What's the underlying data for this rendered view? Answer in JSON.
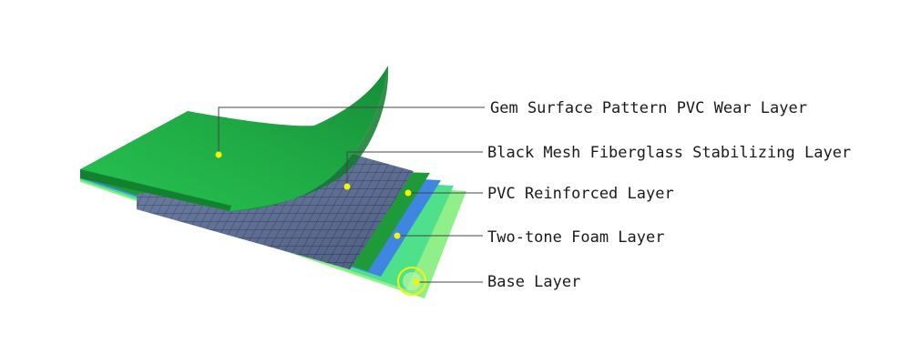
{
  "layers": [
    {
      "label": "Gem Surface Pattern PVC Wear Layer"
    },
    {
      "label": "Black Mesh Fiberglass Stabilizing Layer"
    },
    {
      "label": "PVC Reinforced Layer"
    },
    {
      "label": "Two-tone Foam Layer"
    },
    {
      "label": "Base Layer"
    }
  ],
  "colors": {
    "wear_layer": "#22b84a",
    "wear_layer_dark": "#138a33",
    "mesh": "#5a6d98",
    "mesh_grid": "#2f3b5c",
    "pvc_reinforced": "#1e9a38",
    "blue_strip": "#3f86e0",
    "foam": "#4fe08c",
    "base": "#8ff08a",
    "leader_line": "#444444",
    "marker": "#f5f500"
  }
}
